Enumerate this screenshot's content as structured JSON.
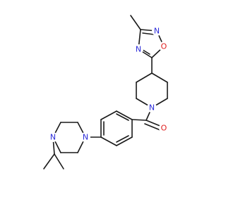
{
  "molecule": {
    "colors": {
      "bond": "#1a1a1a",
      "N": "#2b2bd9",
      "O": "#e02020",
      "background": "#ffffff"
    },
    "atoms": {
      "N_ox_top": "N",
      "O_ox": "O",
      "N_ox_low": "N",
      "N_pip": "N",
      "O_carbonyl": "O",
      "N_pz_top": "N",
      "N_pz_bottom": "N"
    }
  }
}
